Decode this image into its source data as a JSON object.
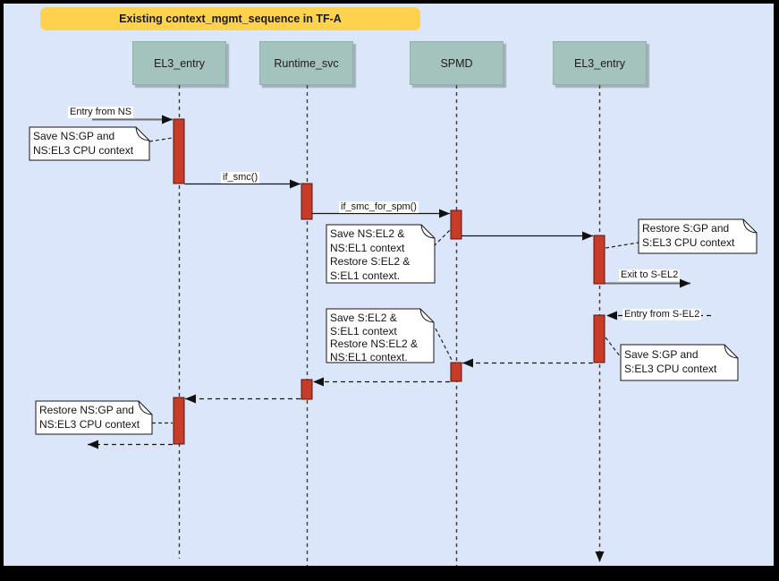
{
  "title": "Existing context_mgmt_sequence in TF-A",
  "lifelines": [
    {
      "label": "EL3_entry"
    },
    {
      "label": "Runtime_svc"
    },
    {
      "label": "SPMD"
    },
    {
      "label": "EL3_entry"
    }
  ],
  "messages": {
    "entry_from_ns": "Entry from NS",
    "if_smc": "if_smc()",
    "if_smc_for_spm": "if_smc_for_spm()",
    "exit_to_s_el2": "Exit to S-EL2",
    "entry_from_s_el2": "Entry from S-EL2"
  },
  "notes": {
    "save_ns_gp": "Save NS:GP and\nNS:EL3 CPU context",
    "save_ns_el2": "Save NS:EL2 &\nNS:EL1 context\nRestore S:EL2 &\nS:EL1 context.",
    "restore_s_gp": "Restore S:GP and\nS:EL3 CPU context",
    "save_s_gp": "Save S:GP and\nS:EL3 CPU context",
    "save_s_el2": "Save S:EL2 &\nS:EL1 context\nRestore NS:EL2 &\nNS:EL1 context.",
    "restore_ns_gp": "Restore NS:GP and\nNS:EL3 CPU context"
  },
  "colors": {
    "background": "#dce6fa",
    "frame": "#000000",
    "title_bg": "#ffd24d",
    "lifeline_header_bg": "#a4c3bd",
    "activation_bar": "#c63c28",
    "note_bg": "#ffffff"
  }
}
